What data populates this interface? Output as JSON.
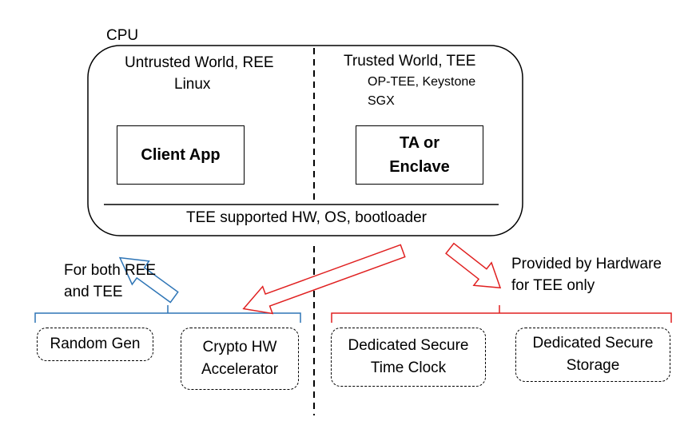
{
  "cpu_label": "CPU",
  "untrusted": {
    "title": "Untrusted World, REE",
    "os": "Linux",
    "app": "Client App"
  },
  "trusted": {
    "title": "Trusted World, TEE",
    "impl_1": "OP-TEE, Keystone",
    "impl_2": "SGX",
    "app_line_1": "TA or",
    "app_line_2": "Enclave"
  },
  "support_bar": "TEE supported HW, OS, bootloader",
  "shared_note": {
    "line_1": "For both REE",
    "line_2": "and TEE"
  },
  "tee_note": {
    "line_1": "Provided by Hardware",
    "line_2": "for TEE only"
  },
  "components": {
    "random_gen": "Random Gen",
    "crypto_1": "Crypto HW",
    "crypto_2": "Accelerator",
    "clock_1": "Dedicated Secure",
    "clock_2": "Time Clock",
    "storage_1": "Dedicated Secure",
    "storage_2": "Storage"
  },
  "colors": {
    "ree_arrow": "#2E75B6",
    "tee_arrow": "#E02020",
    "outline": "#000000"
  }
}
